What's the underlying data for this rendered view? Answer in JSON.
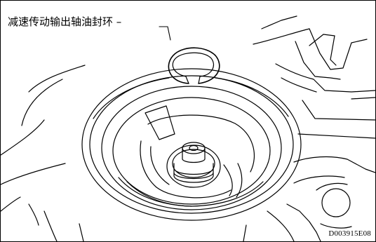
{
  "callout": {
    "label": "减速传动输出轴油封环"
  },
  "figure": {
    "code": "D003915E08",
    "line_color": "#000000",
    "parts": [
      "oil-seal-ring",
      "transaxle-case",
      "output-shaft"
    ]
  }
}
